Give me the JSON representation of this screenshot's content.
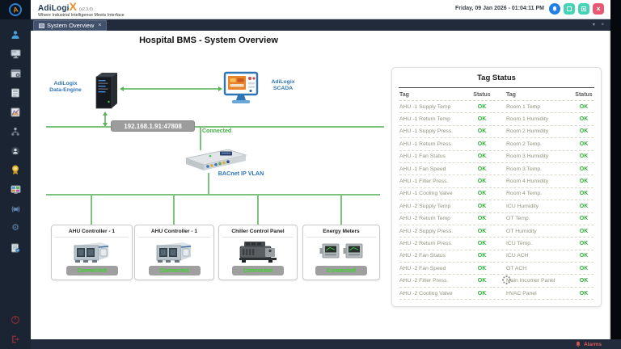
{
  "header": {
    "logo_name": "AdiLogi",
    "logo_x": "X",
    "version": "(v2.3.0)",
    "tagline": "Where Industrial Intelligence Meets Interface",
    "datetime": "Friday, 09 Jan 2026 - 01:04:11 PM",
    "window_buttons": [
      "notification-bell",
      "restore-window",
      "maximize-window",
      "close-window"
    ]
  },
  "tabbar": {
    "active_tab": "System Overview",
    "tab_close": "×",
    "controls": "▾ ×"
  },
  "sidebar": {
    "icons": [
      "user-icon",
      "monitor-icon",
      "app-window-icon",
      "document-icon",
      "chart-icon",
      "topology-icon",
      "user-circle-icon",
      "award-icon",
      "dashboard-icon",
      "network-globe-icon",
      "gear-icon",
      "report-icon",
      "power-icon",
      "logout-icon"
    ]
  },
  "canvas": {
    "title": "Hospital BMS - System Overview",
    "data_engine_label_1": "AdiLogix",
    "data_engine_label_2": "Data-Engine",
    "scada_label_1": "AdiLogix",
    "scada_label_2": "SCADA",
    "ip_badge": "192.168.1.91:47808",
    "connected_text": "Connected",
    "switch_label": "BACnet IP VLAN",
    "devices": [
      {
        "title": "AHU Controller - 1",
        "status": "Connected",
        "image": "ahu"
      },
      {
        "title": "AHU Controller - 1",
        "status": "Connected",
        "image": "ahu"
      },
      {
        "title": "Chiller Control Panel",
        "status": "Connected",
        "image": "chiller"
      },
      {
        "title": "Energy Meters",
        "status": "Connected",
        "image": "meters"
      }
    ]
  },
  "tag_status": {
    "title": "Tag Status",
    "col_headers": [
      "Tag",
      "Status",
      "Tag",
      "Status"
    ],
    "rows": [
      {
        "left": "AHU -1 Supply Temp",
        "left_status": "OK",
        "right": "Room 1 Temp",
        "right_status": "OK"
      },
      {
        "left": "AHU -1 Return Temp",
        "left_status": "OK",
        "right": "Room 1 Humidity",
        "right_status": "OK"
      },
      {
        "left": "AHU -1 Supply Press.",
        "left_status": "OK",
        "right": "Room 2 Humidity",
        "right_status": "OK"
      },
      {
        "left": "AHU -1 Return Press.",
        "left_status": "OK",
        "right": "Room 2 Temp.",
        "right_status": "OK"
      },
      {
        "left": "AHU -1 Fan Status",
        "left_status": "OK",
        "right": "Room 3 Humidity",
        "right_status": "OK"
      },
      {
        "left": "AHU -1 Fan Speed",
        "left_status": "OK",
        "right": "Room 3 Temp.",
        "right_status": "OK"
      },
      {
        "left": "AHU -1 Filter Press.",
        "left_status": "OK",
        "right": "Room 4 Humidity",
        "right_status": "OK"
      },
      {
        "left": "AHU -1 Cooling Valve",
        "left_status": "OK",
        "right": "Room 4 Temp.",
        "right_status": "OK"
      },
      {
        "left": "AHU -2 Supply Temp",
        "left_status": "OK",
        "right": "ICU Humidity",
        "right_status": "OK"
      },
      {
        "left": "AHU -2 Return Temp",
        "left_status": "OK",
        "right": "OT Temp.",
        "right_status": "OK"
      },
      {
        "left": "AHU -2 Supply Press.",
        "left_status": "OK",
        "right": "OT Humidity",
        "right_status": "OK"
      },
      {
        "left": "AHU -2 Return Press.",
        "left_status": "OK",
        "right": "ICU Temp.",
        "right_status": "OK"
      },
      {
        "left": "AHU -2 Fan Status",
        "left_status": "OK",
        "right": "ICU ACH",
        "right_status": "OK"
      },
      {
        "left": "AHU -2 Fan Speed",
        "left_status": "OK",
        "right": "OT ACH",
        "right_status": "OK"
      },
      {
        "left": "AHU -2 Filter Press.",
        "left_status": "OK",
        "right": "Main Incomer Panel",
        "right_status": "OK"
      },
      {
        "left": "AHU -2 Cooling Valve",
        "left_status": "OK",
        "right": "HVAC Panel",
        "right_status": "OK"
      }
    ]
  },
  "statusbar": {
    "alarms_label": "Alarms"
  },
  "colors": {
    "accent_green": "#3fae3f",
    "ok_green": "#2fad36",
    "connected_green": "#3bd42a",
    "brand_orange": "#e8912a",
    "label_blue": "#2e74b5",
    "sidebar_bg": "#1b2433",
    "alarm_red": "#e05b5b",
    "badge_gray": "#9c9c9c"
  }
}
